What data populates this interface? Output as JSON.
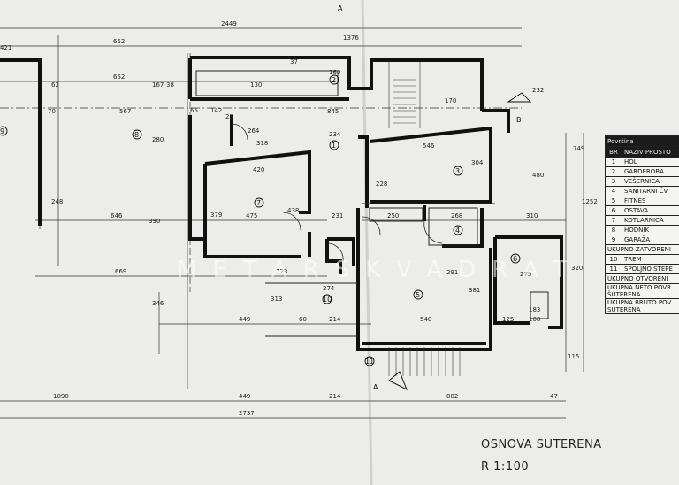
{
  "drawing": {
    "title": "OSNOVA SUTERENA",
    "scale": "R 1:100",
    "watermark": "METARSKVADRAT",
    "section_marks": [
      "A",
      "A",
      "B"
    ]
  },
  "dimensions": {
    "top_overall": "2449",
    "top_1376": "1376",
    "top_652a": "652",
    "top_652b": "652",
    "top_421": "421",
    "d_37a": "37",
    "d_160": "160",
    "d_130": "130",
    "d_167": "167",
    "d_38": "38",
    "d_62": "62",
    "d_567": "567",
    "d_845": "845",
    "d_70": "70",
    "d_65": "65",
    "d_142": "142",
    "d_25": "25",
    "d_170": "170",
    "d_232": "232",
    "d_318": "318",
    "d_234": "234",
    "d_546": "546",
    "d_420": "420",
    "d_264": "264",
    "d_304": "304",
    "d_280": "280",
    "d_480": "480",
    "d_749": "749",
    "d_1252": "1252",
    "d_248": "248",
    "d_228": "228",
    "d_646": "646",
    "d_475": "475",
    "d_438": "438",
    "d_379": "379",
    "d_231": "231",
    "d_250": "250",
    "d_268": "268",
    "d_310": "310",
    "d_390": "390",
    "d_669": "669",
    "d_723": "723",
    "d_291": "291",
    "d_275": "275",
    "d_274": "274",
    "d_313": "313",
    "d_346": "346",
    "d_381": "381",
    "d_320": "320",
    "d_449a": "449",
    "d_214a": "214",
    "d_540": "540",
    "d_125": "125",
    "d_108": "108",
    "d_183": "183",
    "d_60": "60",
    "d_115": "115",
    "d_1090": "1090",
    "d_449b": "449",
    "d_214b": "214",
    "d_882": "882",
    "d_47": "47",
    "bottom_overall": "2737"
  },
  "rooms": [
    "1",
    "2",
    "3",
    "4",
    "5",
    "6",
    "7",
    "8",
    "9",
    "10",
    "11"
  ],
  "legend": {
    "header": "Površina",
    "col_br": "BR",
    "col_name": "NAZIV PROSTO",
    "rows": [
      {
        "br": "1",
        "name": "HOL"
      },
      {
        "br": "2",
        "name": "GARDEROBA"
      },
      {
        "br": "3",
        "name": "VEŠERNICA"
      },
      {
        "br": "4",
        "name": "SANITARNI ČV"
      },
      {
        "br": "5",
        "name": "FITNES"
      },
      {
        "br": "6",
        "name": "OSTAVA"
      },
      {
        "br": "7",
        "name": "KOTLARNICA"
      },
      {
        "br": "8",
        "name": "HODNIK"
      },
      {
        "br": "9",
        "name": "GARAŽA"
      }
    ],
    "total_closed": "UKUPNO ZATVORENI",
    "rows2": [
      {
        "br": "10",
        "name": "TREM"
      },
      {
        "br": "11",
        "name": "SPOLJNO STEPE"
      }
    ],
    "total_open": "UKUPNO OTVORENI",
    "total_net_1": "UKUPNA NETO POVR",
    "total_net_2": "ŠUTERENA",
    "total_gross_1": "UKUPNA BRUTO POV",
    "total_gross_2": "SUTERENA"
  }
}
